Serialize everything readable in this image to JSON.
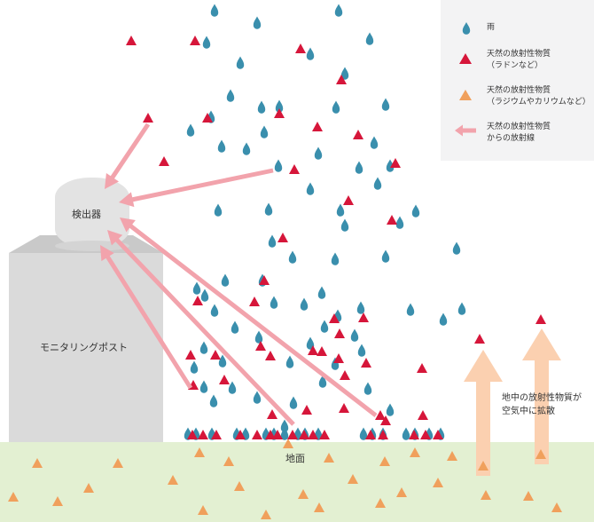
{
  "labels": {
    "detector": "検出器",
    "monitoring_post": "モニタリングポスト",
    "ground": "地面",
    "diffusion_line1": "地中の放射性物質が",
    "diffusion_line2": "空気中に拡散"
  },
  "legend": {
    "rain": "雨",
    "radon_line1": "天然の放射性物質",
    "radon_line2": "（ラドンなど）",
    "radium_line1": "天然の放射性物質",
    "radium_line2": "（ラジウムやカリウムなど）",
    "radiation_line1": "天然の放射性物質",
    "radiation_line2": "からの放射線"
  },
  "colors": {
    "rain_drop": "#3a8fad",
    "radon": "#d6163a",
    "ground_particle": "#f0a05c",
    "radiation_arrow": "#f2a3ac",
    "diffusion_arrow": "#fbd0b0",
    "ground": "#e3f0d2",
    "post_body": "#dadada",
    "detector": "#e3e3e3",
    "legend_bg": "#f3f3f4"
  },
  "icons": {
    "rain": "raindrop-icon",
    "radon": "red-triangle-icon",
    "radium": "orange-triangle-icon",
    "radiation": "pink-arrow-icon"
  }
}
